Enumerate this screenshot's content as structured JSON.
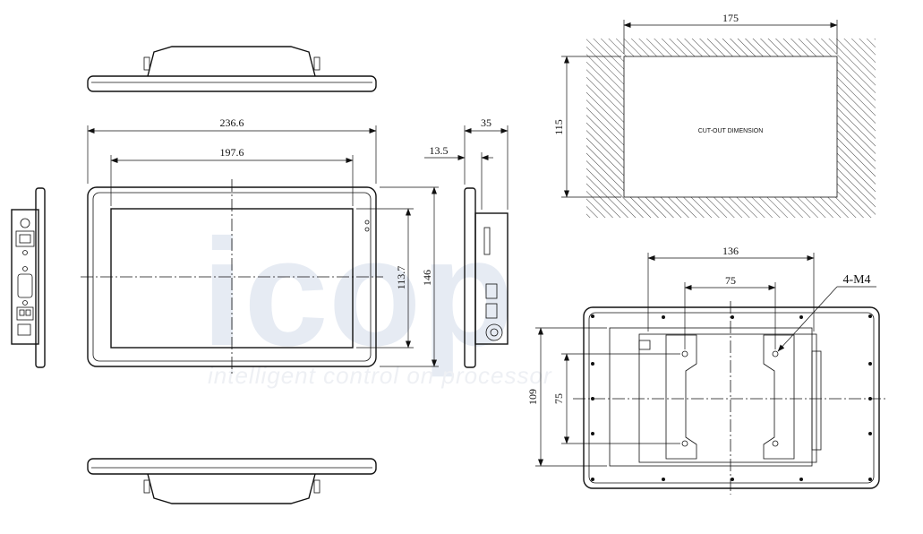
{
  "watermark": {
    "logo_text": "icop",
    "tagline": "intelligent control on processor"
  },
  "dimensions": {
    "front_width": "236.6",
    "screen_width": "197.6",
    "screen_height": "113.7",
    "front_height": "146",
    "depth": "35",
    "bezel_depth": "13.5",
    "cutout_width": "175",
    "cutout_height": "115",
    "mount_outer_width": "136",
    "mount_inner_width": "75",
    "mount_outer_height": "109",
    "mount_inner_height": "75",
    "screw_spec": "4-M4"
  },
  "labels": {
    "cutout": "CUT-OUT DIMENSION"
  },
  "colors": {
    "line": "#111111",
    "watermark": "#e6ebf3"
  }
}
